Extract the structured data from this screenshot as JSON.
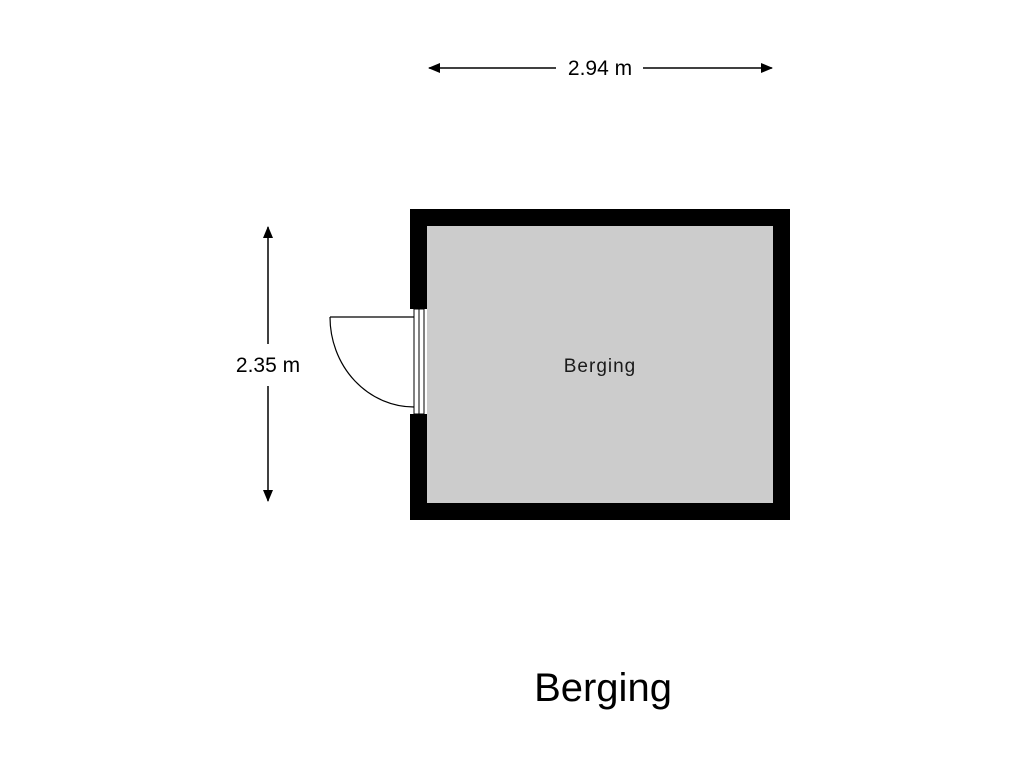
{
  "floorplan": {
    "width_label": "2.94 m",
    "height_label": "2.35 m",
    "room_label": "Berging",
    "title": "Berging",
    "colors": {
      "wall": "#000000",
      "floor": "#cccccc",
      "background": "#ffffff"
    }
  }
}
